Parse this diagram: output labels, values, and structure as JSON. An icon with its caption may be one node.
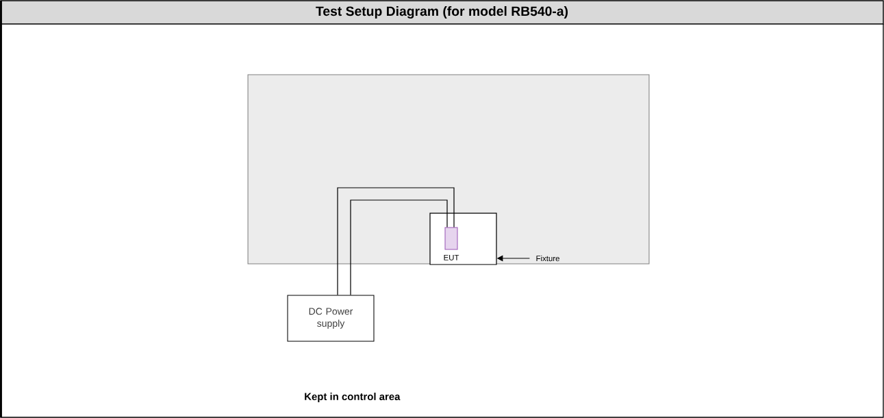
{
  "diagram": {
    "title": "Test Setup Diagram (for model RB540-a)",
    "nodes": [
      {
        "text": [],
        "shape": "box"
      },
      {
        "text": [],
        "shape": "box",
        "in": 0
      },
      {
        "text": [
          "EUT"
        ],
        "in": 1
      },
      {
        "text": [
          "Fixture"
        ],
        "in": 0
      },
      {
        "text": [
          "DC Power supply"
        ]
      }
    ],
    "edges": [
      {
        "from": 4,
        "to": 2,
        "arrow": "none"
      },
      {
        "from": 4,
        "to": 2,
        "arrow": "none"
      },
      {
        "from": 3,
        "to": 1,
        "arrow": "to"
      }
    ],
    "labels": [
      "Kept in control area"
    ]
  }
}
